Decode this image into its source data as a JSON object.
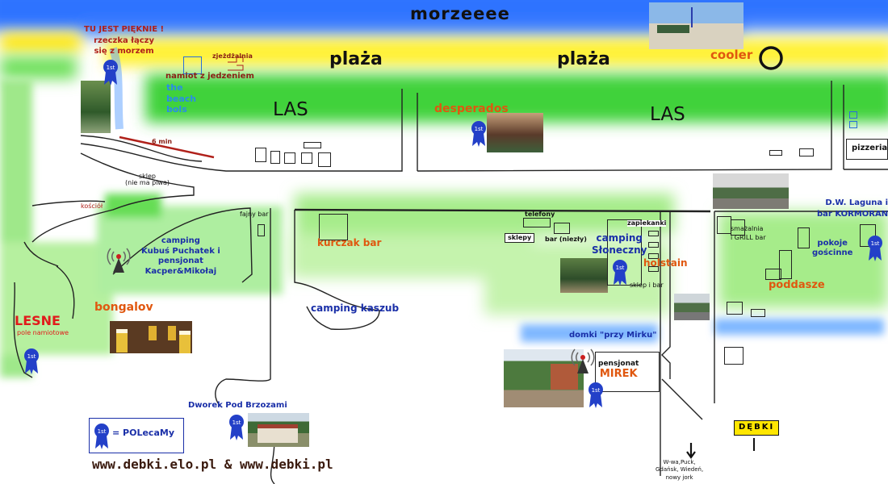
{
  "labels": {
    "sea": "morzeeee",
    "beach_1": "plaża",
    "beach_2": "plaża",
    "cooler": "cooler",
    "forest_1": "LAS",
    "forest_2": "LAS",
    "pretty_1": "TU JEST PIĘKNIE !",
    "pretty_2": "rzeczka łączy",
    "pretty_3": "się z morzem",
    "slide": "zjeżdżalnia",
    "food_tent": "namiot z jedzeniem",
    "beach_bols_1": "the",
    "beach_bols_2": "beach",
    "beach_bols_3": "bols",
    "six_min": "6 min",
    "desperados": "desperados",
    "pizzeria": "pizzeria",
    "shop_1": "sklep",
    "shop_2": "(nie ma piwa)",
    "church": "kościół",
    "fajny_bar": "fajny bar",
    "kurczak_bar": "kurczak bar",
    "phones": "telefony",
    "shops": "sklepy",
    "bar_niezly": "bar (niezły)",
    "zapiekanki": "zapiekanki",
    "camping_sloneczny_1": "camping",
    "camping_sloneczny_2": "Słoneczny",
    "holstain": "holstain",
    "sklep_bar": "sklep i bar",
    "smazalnia_1": "smażalnia",
    "smazalnia_2": "i GRILL bar",
    "laguna_1": "D.W. Laguna i",
    "laguna_2": "bar KORMORAN",
    "pokoje_1": "pokoje",
    "pokoje_2": "gościnne",
    "poddasze": "poddasze",
    "kubus_1": "camping",
    "kubus_2": "Kubuś Puchatek i",
    "kubus_3": "pensjonat",
    "kubus_4": "Kacper&Mikołaj",
    "camping_kaszub": "camping kaszub",
    "bongalov": "bongalov",
    "lesne_1": "LESNE",
    "lesne_2": "pole namiotowe",
    "domki": "domki \"przy Mirku\"",
    "mirek_1": "pensjonat",
    "mirek_2": "MIREK",
    "dworek": "Dworek Pod Brzozami",
    "legend": "= POLecaMy",
    "footer": "www.debki.elo.pl & www.debki.pl",
    "debki_sign": "DĘBKI",
    "direction_1": "W-wa,Puck,",
    "direction_2": "Gdańsk, Wiedeń,",
    "direction_3": "nowy jork",
    "badge_text": "1st"
  },
  "colors": {
    "sea": "#2f73ff",
    "sand": "#ffee33",
    "grass": "#47d43a",
    "light_grass": "#a6ec8a",
    "label_blue": "#1a2fa8",
    "label_orange": "#e0570f",
    "label_red": "#b0201a",
    "road": "#222222",
    "badge": "#2340c8"
  },
  "icons": [
    "recommended-badge-icon",
    "radio-antenna-icon",
    "down-arrow-icon",
    "circle-marker-icon"
  ]
}
